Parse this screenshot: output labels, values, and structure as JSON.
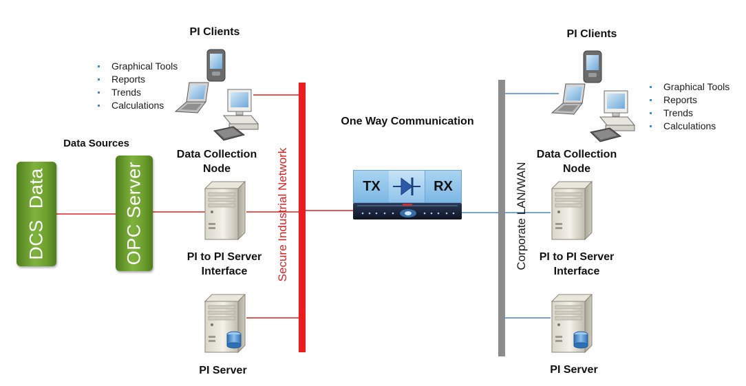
{
  "left": {
    "pi_clients_title": "PI Clients",
    "client_features": [
      "Graphical Tools",
      "Reports",
      "Trends",
      "Calculations"
    ],
    "data_sources_title": "Data Sources",
    "dcs_label": "DCS  Data",
    "opc_label": "OPC Server",
    "dcn_title_line1": "Data Collection",
    "dcn_title_line2": "Node",
    "interface_line1": "PI to PI Server",
    "interface_line2": "Interface",
    "pi_server_label": "PI Server",
    "network_label": "Secure Industrial Network"
  },
  "center": {
    "title": "One Way Communication",
    "tx_label": "TX",
    "rx_label": "RX"
  },
  "right": {
    "pi_clients_title": "PI Clients",
    "client_features": [
      "Graphical Tools",
      "Reports",
      "Trends",
      "Calculations"
    ],
    "dcn_title_line1": "Data Collection",
    "dcn_title_line2": "Node",
    "interface_line1": "PI to PI Server",
    "interface_line2": "Interface",
    "pi_server_label": "PI Server",
    "network_label": "Corporate LAN/WAN"
  },
  "colors": {
    "secure_network": "#ee1c1c",
    "corporate_network": "#8c8c8c",
    "secure_link": "#e02020",
    "corporate_link": "#4a86c5",
    "green_box": "#6fa034",
    "bullet": "#3b8fd0"
  }
}
